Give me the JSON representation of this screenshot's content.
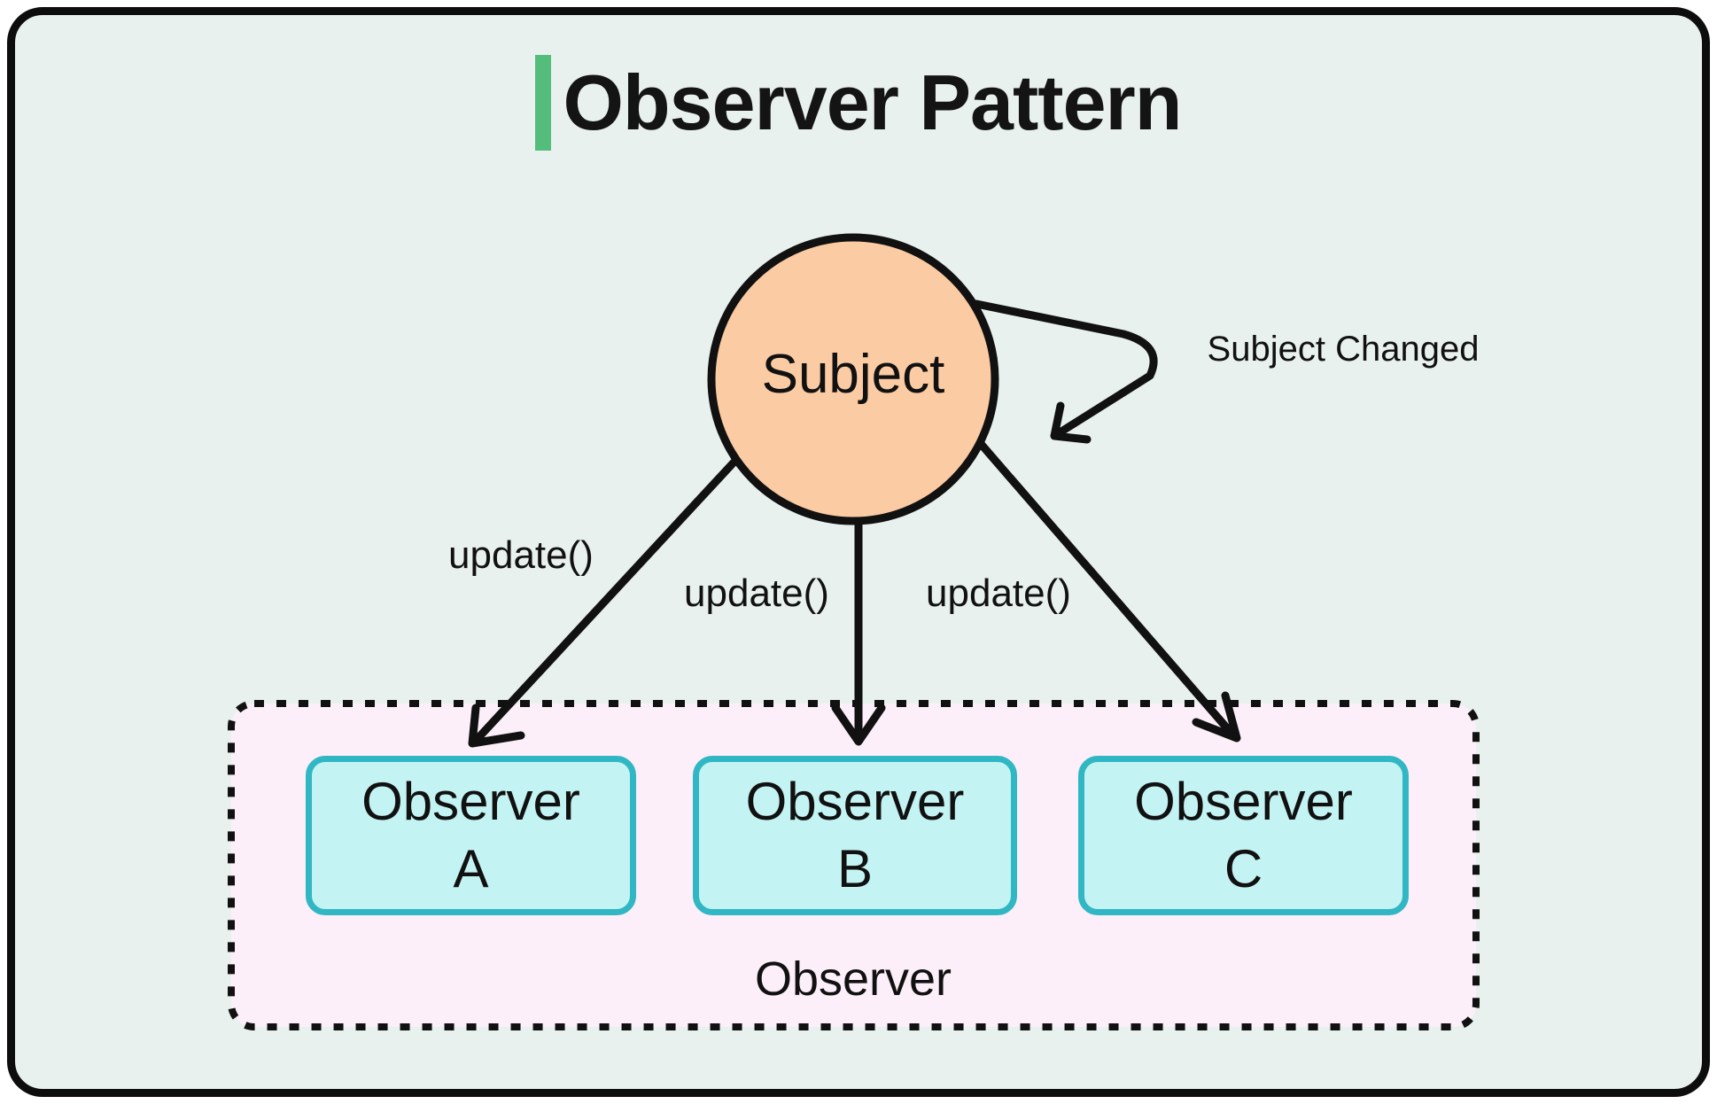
{
  "title": {
    "text": "Observer Pattern"
  },
  "subject": {
    "label": "Subject"
  },
  "annotations": {
    "subject_changed": "Subject Changed"
  },
  "update_labels": {
    "a": "update()",
    "b": "update()",
    "c": "update()"
  },
  "observers": [
    {
      "name": "Observer",
      "suffix": "A"
    },
    {
      "name": "Observer",
      "suffix": "B"
    },
    {
      "name": "Observer",
      "suffix": "C"
    }
  ],
  "group": {
    "label": "Observer"
  },
  "colors": {
    "ink": "#111111",
    "mint": "#E8F1ED",
    "peach": "#FBCBA4",
    "cyan": "#C4F3F3",
    "teal": "#30B7C3",
    "pink": "#FCEFFA",
    "green": "#55BD7C",
    "frame": "#0D0D0D"
  }
}
